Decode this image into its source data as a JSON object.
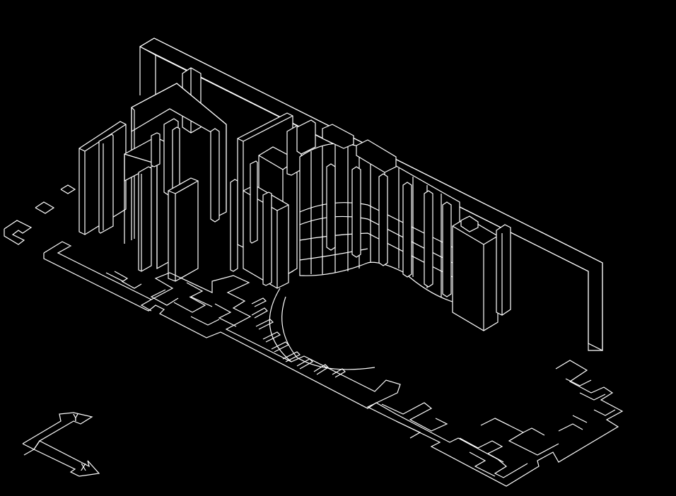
{
  "app": {
    "canvas_background": "#000000",
    "line_color": "#ffffff",
    "view_style": "isometric-wireframe"
  },
  "ucs": {
    "x_label": "X",
    "y_label": "Y",
    "icon": "ucs-axes-icon"
  }
}
